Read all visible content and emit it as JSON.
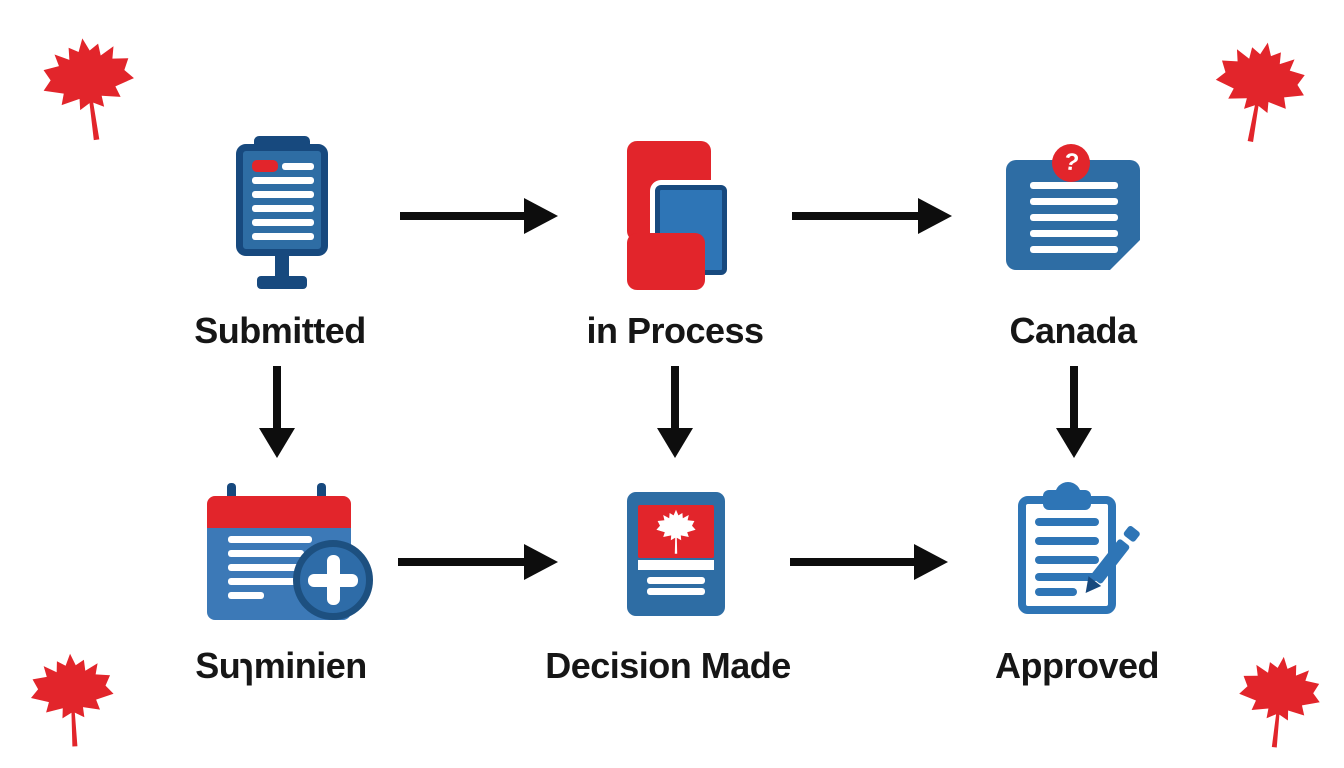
{
  "stages": [
    {
      "id": "submitted",
      "label": "Submitted",
      "icon": "signboard-document-icon"
    },
    {
      "id": "in-process",
      "label": "in Process",
      "icon": "folder-documents-icon"
    },
    {
      "id": "canada",
      "label": "Canada",
      "icon": "note-alert-icon"
    },
    {
      "id": "row2-start",
      "label": "Suɿminien",
      "icon": "calendar-add-icon"
    },
    {
      "id": "decision-made",
      "label": "Decision Made",
      "icon": "passport-maple-leaf-icon"
    },
    {
      "id": "approved",
      "label": "Approved",
      "icon": "clipboard-pen-icon"
    }
  ],
  "icons": {
    "note_badge_glyph": "?",
    "corner_decoration": "maple-leaf-icon"
  },
  "colors": {
    "red": "#e2252b",
    "blue": "#2e6da4",
    "navy": "#17497e",
    "arrow_black": "#0d0d0d",
    "text": "#161616",
    "background": "#ffffff"
  }
}
